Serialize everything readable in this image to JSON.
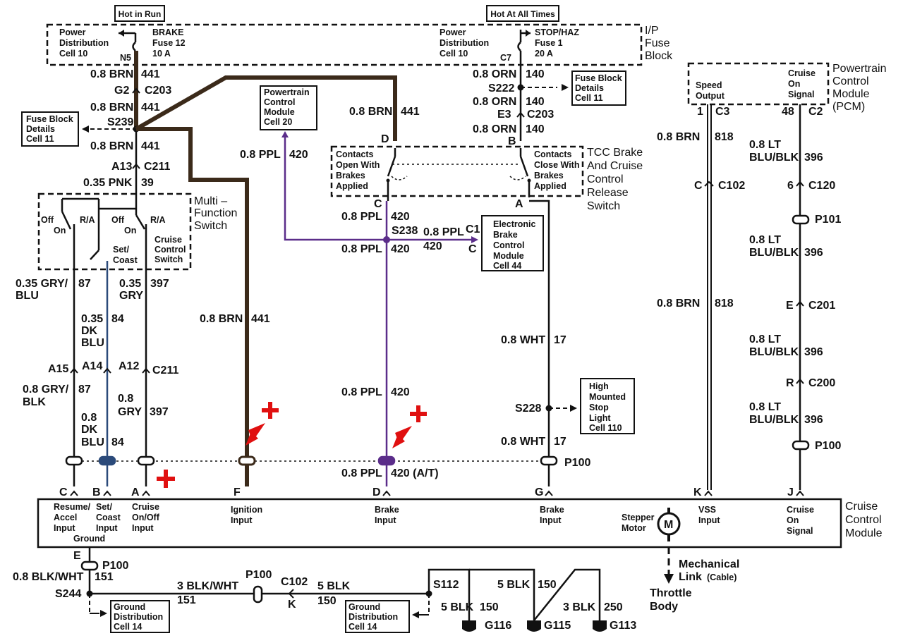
{
  "headers": {
    "hot_in_run": "Hot in Run",
    "hot_at_all_times": "Hot At All Times"
  },
  "fuse_block": {
    "left": {
      "name": [
        "Power",
        "Distribution",
        "Cell 10"
      ],
      "fuse": [
        "BRAKE",
        "Fuse 12",
        "10 A"
      ],
      "pin": "N5"
    },
    "right": {
      "name": [
        "Power",
        "Distribution",
        "Cell 10"
      ],
      "fuse": [
        "STOP/HAZ",
        "Fuse 1",
        "20 A"
      ],
      "pin": "C7"
    },
    "title": [
      "I/P",
      "Fuse",
      "Block"
    ]
  },
  "left_column": {
    "w1": "0.8 BRN",
    "w1c": "441",
    "c203": "C203",
    "g2": "G2",
    "w2": "0.8 BRN",
    "w2c": "441",
    "s239": "S239",
    "w3": "0.8 BRN",
    "w3c": "441",
    "a13": "A13",
    "c211": "C211",
    "w4": "0.35 PNK",
    "w4c": "39"
  },
  "fuse_details_left": [
    "Fuse Block",
    "Details",
    "Cell 11"
  ],
  "fuse_details_right": [
    "Fuse Block",
    "Details",
    "Cell 11"
  ],
  "pcm_box_left": [
    "Powertrain",
    "Control",
    "Module",
    "Cell 20"
  ],
  "right_column": {
    "w1": "0.8 ORN",
    "w1c": "140",
    "s222": "S222",
    "w2": "0.8 ORN",
    "w2c": "140",
    "e3": "E3",
    "c203": "C203",
    "w3": "0.8 ORN",
    "w3c": "140",
    "b": "B"
  },
  "mid": {
    "w441": "0.8 BRN",
    "w441c": "441",
    "d": "D"
  },
  "ppl_left": {
    "w": "0.8 PPL",
    "c": "420"
  },
  "tcc": {
    "left": [
      "Contacts",
      "Open With",
      "Brakes",
      "Applied"
    ],
    "right": [
      "Contacts",
      "Close With",
      "Brakes",
      "Applied"
    ],
    "title": [
      "TCC Brake",
      "And Cruise",
      "Control",
      "Release",
      "Switch"
    ],
    "c": "C",
    "a": "A"
  },
  "s238": {
    "w1": "0.8 PPL",
    "w1c": "420",
    "name": "S238",
    "w2": "0.8 PPL",
    "w2c": "420",
    "w3": "0.8 PPL",
    "w3c": "420",
    "c1": "C1",
    "c": "C"
  },
  "ebcm": [
    "Electronic",
    "Brake",
    "Control",
    "Module",
    "Cell 44"
  ],
  "mfs": {
    "title": [
      "Multi –",
      "Function",
      "Switch"
    ],
    "off1": "Off",
    "on1": "On",
    "ra1": "R/A",
    "off2": "Off",
    "on2": "On",
    "ra2": "R/A",
    "cruise": [
      "Cruise",
      "Control",
      "Switch"
    ],
    "set": [
      "Set/",
      "Coast"
    ]
  },
  "lower_wires": {
    "gry_blu": [
      "0.35 GRY/",
      "BLU"
    ],
    "c87": "87",
    "dk_blu": [
      "0.35",
      "DK",
      "BLU"
    ],
    "c84": "84",
    "gry": [
      "0.35",
      "GRY"
    ],
    "c397": "397",
    "brn441": "0.8 BRN",
    "c441": "441",
    "wht": "0.8 WHT",
    "c17": "17",
    "a15": "A15",
    "a14": "A14",
    "a12": "A12",
    "c211": "C211",
    "gry_blk": [
      "0.8 GRY/",
      "BLK"
    ],
    "c87b": "87",
    "dk_blu2": [
      "0.8",
      "DK",
      "BLU"
    ],
    "c84b": "84",
    "gry2": [
      "0.8",
      "GRY"
    ],
    "c397b": "397",
    "ppl": "0.8 PPL",
    "c420": "420",
    "s228": "S228",
    "wht2": "0.8 WHT",
    "c17b": "17",
    "p100": "P100",
    "ppl_at": "0.8 PPL",
    "c420at": "420 (A/T)"
  },
  "hmsl": [
    "High",
    "Mounted",
    "Stop",
    "Light",
    "Cell 110"
  ],
  "pcm": {
    "speed": [
      "Speed",
      "Output"
    ],
    "cruise_sig": [
      "Cruise",
      "On",
      "Signal"
    ],
    "title": [
      "Powertrain",
      "Control",
      "Module",
      "(PCM)"
    ],
    "pin1": "1",
    "c3": "C3",
    "pin48": "48",
    "c2": "C2"
  },
  "right_wires": {
    "brn1": "0.8 BRN",
    "c818": "818",
    "c102": "C102",
    "c_pin": "C",
    "brn2": "0.8 BRN",
    "c818b": "818",
    "lt1": [
      "0.8 LT",
      "BLU/BLK"
    ],
    "c396a": "396",
    "p6": "6",
    "c120": "C120",
    "p101": "P101",
    "lt2": [
      "0.8 LT",
      "BLU/BLK"
    ],
    "c396b": "396",
    "e": "E",
    "c201": "C201",
    "lt3": [
      "0.8 LT",
      "BLU/BLK"
    ],
    "c396c": "396",
    "r": "R",
    "c200": "C200",
    "lt4": [
      "0.8 LT",
      "BLU/BLK"
    ],
    "c396d": "396",
    "p100": "P100"
  },
  "pins": {
    "c": "C",
    "b": "B",
    "a": "A",
    "f": "F",
    "d": "D",
    "g": "G",
    "k": "K",
    "j": "J"
  },
  "ccm": {
    "resume": [
      "Resume/",
      "Accel",
      "Input"
    ],
    "set": [
      "Set/",
      "Coast",
      "Input"
    ],
    "cruise": [
      "Cruise",
      "On/Off",
      "Input"
    ],
    "ground": "Ground",
    "ign": [
      "Ignition",
      "Input"
    ],
    "brake1": [
      "Brake",
      "Input"
    ],
    "brake2": [
      "Brake",
      "Input"
    ],
    "stepper": [
      "Stepper",
      "Motor"
    ],
    "motor": "M",
    "vss": [
      "VSS",
      "Input"
    ],
    "cruise_sig": [
      "Cruise",
      "On",
      "Signal"
    ],
    "title": [
      "Cruise",
      "Control",
      "Module"
    ]
  },
  "ground": {
    "e": "E",
    "p100": "P100",
    "w1": "0.8 BLK/WHT",
    "w1c": "151",
    "s244": "S244",
    "gd1": [
      "Ground",
      "Distribution",
      "Cell 14"
    ],
    "w2": "3 BLK/WHT",
    "w2c": "151",
    "p100b": "P100",
    "c102": "C102",
    "k": "K",
    "w3": "5 BLK",
    "w3c": "150",
    "s112": "S112",
    "gd2": [
      "Ground",
      "Distribution",
      "Cell 14"
    ],
    "w4": "5 BLK",
    "w4c": "150",
    "w5": "5 BLK",
    "w5c": "150",
    "w6": "3 BLK",
    "w6c": "250",
    "g116": "G116",
    "g115": "G115",
    "g113": "G113"
  },
  "mech": {
    "link": [
      "Mechanical",
      "Link"
    ],
    "cable": "(Cable)",
    "throttle": [
      "Throttle",
      "Body"
    ]
  },
  "colors": {
    "brown": "#3b2a1a",
    "purple": "#5b2d8a",
    "blue": "#2b4a7a",
    "marker": "#e01010"
  }
}
